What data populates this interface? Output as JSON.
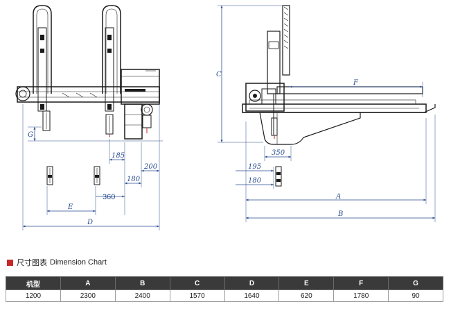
{
  "section": {
    "title_cn": "尺寸图表",
    "title_en": "Dimension Chart",
    "marker_color": "#c62828"
  },
  "table": {
    "headers": [
      "机型",
      "A",
      "B",
      "C",
      "D",
      "E",
      "F",
      "G"
    ],
    "rows": [
      [
        "1200",
        "2300",
        "2400",
        "1570",
        "1640",
        "620",
        "1780",
        "90"
      ]
    ]
  },
  "front_view": {
    "labels": {
      "g": "G",
      "d": "D",
      "e": "E",
      "d185": "185",
      "d200": "200",
      "d180": "180",
      "d360": "360"
    }
  },
  "side_view": {
    "labels": {
      "c": "C",
      "f": "F",
      "a": "A",
      "b": "B",
      "d350": "350",
      "d195": "195",
      "d180": "180"
    }
  },
  "colors": {
    "dimension": "#2a4d8f",
    "line": "#1a1a1a"
  }
}
